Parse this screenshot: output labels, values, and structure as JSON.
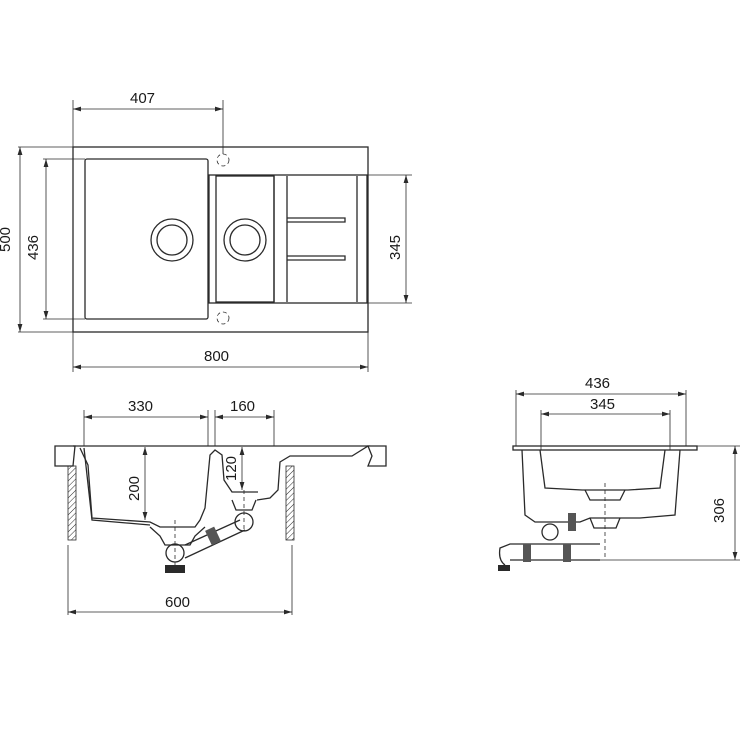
{
  "top_view": {
    "dim_overall_width": "800",
    "dim_overall_depth": "500",
    "dim_main_bowl_depth": "436",
    "dim_tap_hole_offset": "407",
    "dim_small_bowl_depth": "345"
  },
  "front_view": {
    "dim_main_bowl_width": "330",
    "dim_small_bowl_width": "160",
    "dim_main_bowl_height": "200",
    "dim_small_bowl_height": "120",
    "dim_cabinet_width": "600"
  },
  "side_view": {
    "dim_outer_depth": "436",
    "dim_inner_depth": "345",
    "dim_total_height": "306"
  },
  "colors": {
    "line": "#2a2a2a",
    "background": "#ffffff"
  }
}
